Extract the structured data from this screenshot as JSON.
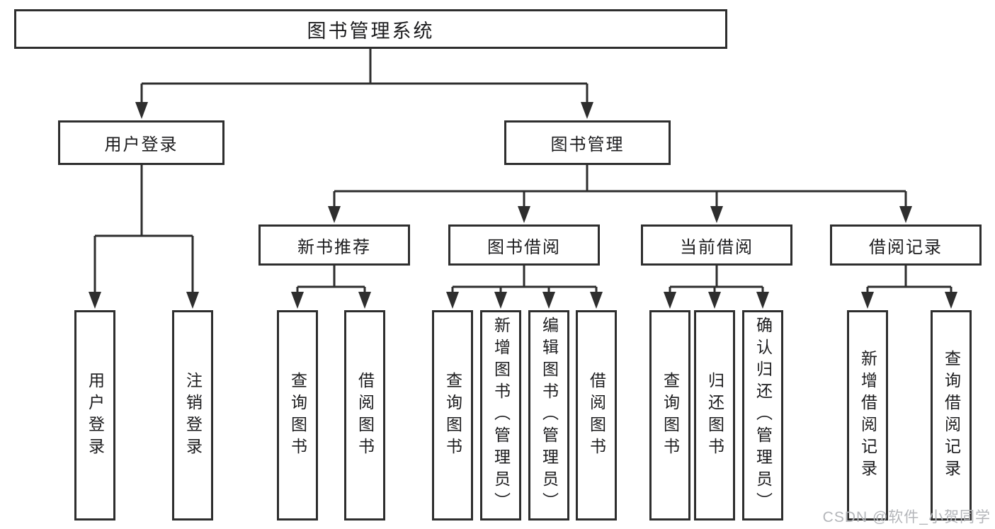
{
  "colors": {
    "line": "#2e2e2e",
    "box_border": "#2e2e2e",
    "text": "#1c1c1e",
    "watermark": "#b4b6ba"
  },
  "watermark": {
    "text": "CSDN @软件_小贺同学"
  },
  "tree": {
    "root": "图书管理系统",
    "user": {
      "label": "用户登录",
      "children": [
        "用户登录",
        "注销登录"
      ]
    },
    "mgmt": {
      "label": "图书管理",
      "sections": [
        {
          "label": "新书推荐",
          "children": [
            "查询图书",
            "借阅图书"
          ]
        },
        {
          "label": "图书借阅",
          "children": [
            "查询图书",
            "新增图书（管理员）",
            "编辑图书（管理员）",
            "借阅图书"
          ]
        },
        {
          "label": "当前借阅",
          "children": [
            "查询图书",
            "归还图书",
            "确认归还（管理员）"
          ]
        },
        {
          "label": "借阅记录",
          "children": [
            "新增借阅记录",
            "查询借阅记录"
          ]
        }
      ]
    }
  }
}
